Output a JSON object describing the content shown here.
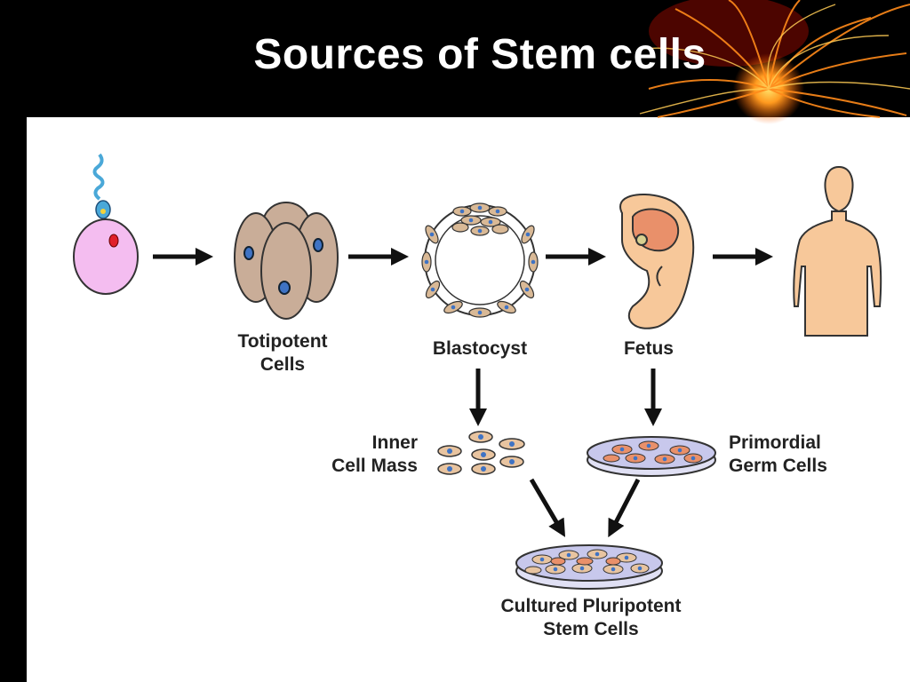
{
  "slide": {
    "title": "Sources of Stem cells",
    "background_color": "#000000",
    "panel_color": "#ffffff",
    "decoration": "orange-fireworks-swirl"
  },
  "diagram": {
    "labels": {
      "totipotent": [
        "Totipotent",
        "Cells"
      ],
      "blastocyst": "Blastocyst",
      "fetus": "Fetus",
      "inner_cell_mass": [
        "Inner",
        "Cell Mass"
      ],
      "primordial_germ_cells": [
        "Primordial",
        "Germ Cells"
      ],
      "cultured_pluripotent": [
        "Cultured Pluripotent",
        "Stem Cells"
      ]
    },
    "stages": [
      "egg-and-sperm",
      "totipotent-cells",
      "blastocyst",
      "fetus",
      "adult-human"
    ],
    "colors": {
      "egg": "#f4bdf0",
      "cell_tan": "#c9ad98",
      "nucleus_blue": "#3f73c4",
      "skin": "#f7c89a",
      "fetus_tissue": "#e9906a",
      "dish": "#c8c8ec",
      "sperm_blue": "#4aa8d8"
    }
  }
}
